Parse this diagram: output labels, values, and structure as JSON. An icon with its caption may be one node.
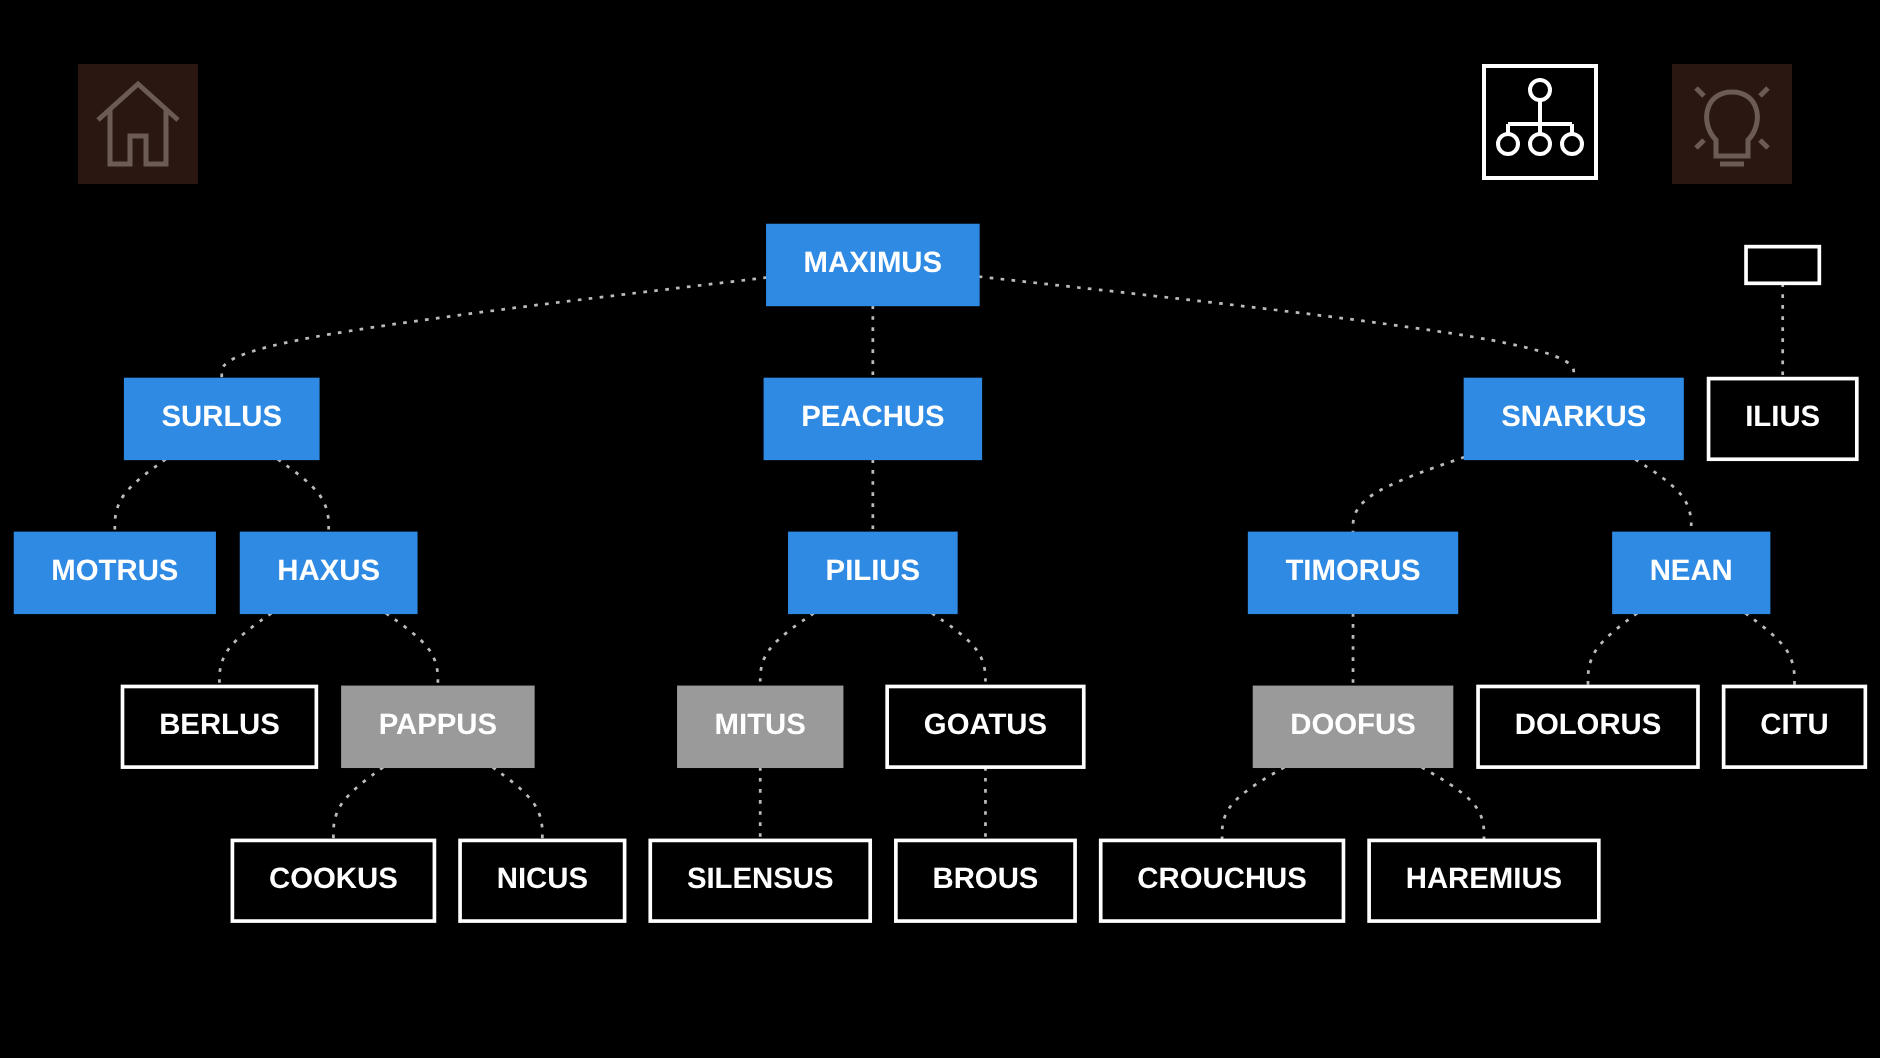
{
  "diagram": {
    "nodes": [
      {
        "text": [
          "MAXIMUS"
        ]
      },
      {
        "text": [
          "SURLUS"
        ]
      },
      {
        "text": [
          "PEACHUS"
        ]
      },
      {
        "text": [
          "SNARKUS"
        ]
      },
      {
        "text": [
          "MOTRUS"
        ]
      },
      {
        "text": [
          "HAXUS"
        ]
      },
      {
        "text": [
          "PILIUS"
        ]
      },
      {
        "text": [
          "TIMORUS"
        ]
      },
      {
        "text": [
          "NEAN"
        ]
      },
      {
        "text": [],
        "shape": "box"
      },
      {
        "text": [
          "BERLUS"
        ]
      },
      {
        "text": [
          "PAPPUS"
        ]
      },
      {
        "text": [
          "MITUS"
        ]
      },
      {
        "text": [
          "GOATUS"
        ]
      },
      {
        "text": [
          "DOOFUS"
        ]
      },
      {
        "text": [
          "DOLORUS"
        ]
      },
      {
        "text": [
          "CITU"
        ]
      },
      {
        "text": [
          "ILIUS"
        ]
      },
      {
        "text": [
          "COOKUS"
        ]
      },
      {
        "text": [
          "NICUS"
        ]
      },
      {
        "text": [
          "SILENSUS"
        ]
      },
      {
        "text": [
          "BROUS"
        ]
      },
      {
        "text": [
          "CROUCHUS"
        ]
      },
      {
        "text": [
          "HAREMIUS"
        ]
      }
    ],
    "edges": [
      {
        "from": 0,
        "to": 1,
        "arrow": "none",
        "style": "dashed"
      },
      {
        "from": 0,
        "to": 2,
        "arrow": "none",
        "style": "dashed"
      },
      {
        "from": 0,
        "to": 3,
        "arrow": "none",
        "style": "dashed"
      },
      {
        "from": 1,
        "to": 4,
        "arrow": "none",
        "style": "dashed"
      },
      {
        "from": 1,
        "to": 5,
        "arrow": "none",
        "style": "dashed"
      },
      {
        "from": 2,
        "to": 6,
        "arrow": "none",
        "style": "dashed"
      },
      {
        "from": 3,
        "to": 7,
        "arrow": "none",
        "style": "dashed"
      },
      {
        "from": 3,
        "to": 8,
        "arrow": "none",
        "style": "dashed"
      },
      {
        "from": 5,
        "to": 10,
        "arrow": "none",
        "style": "dashed"
      },
      {
        "from": 5,
        "to": 11,
        "arrow": "none",
        "style": "dashed"
      },
      {
        "from": 6,
        "to": 12,
        "arrow": "none",
        "style": "dashed"
      },
      {
        "from": 6,
        "to": 13,
        "arrow": "none",
        "style": "dashed"
      },
      {
        "from": 7,
        "to": 14,
        "arrow": "none",
        "style": "dashed"
      },
      {
        "from": 8,
        "to": 15,
        "arrow": "none",
        "style": "dashed"
      },
      {
        "from": 8,
        "to": 16,
        "arrow": "none",
        "style": "dashed"
      },
      {
        "from": 9,
        "to": 17,
        "arrow": "none",
        "style": "dashed"
      },
      {
        "from": 11,
        "to": 18,
        "arrow": "none",
        "style": "dashed"
      },
      {
        "from": 11,
        "to": 19,
        "arrow": "none",
        "style": "dashed"
      },
      {
        "from": 12,
        "to": 20,
        "arrow": "none",
        "style": "dashed"
      },
      {
        "from": 13,
        "to": 21,
        "arrow": "none",
        "style": "dashed"
      },
      {
        "from": 14,
        "to": 22,
        "arrow": "none",
        "style": "dashed"
      },
      {
        "from": 14,
        "to": 23,
        "arrow": "none",
        "style": "dashed"
      }
    ]
  }
}
